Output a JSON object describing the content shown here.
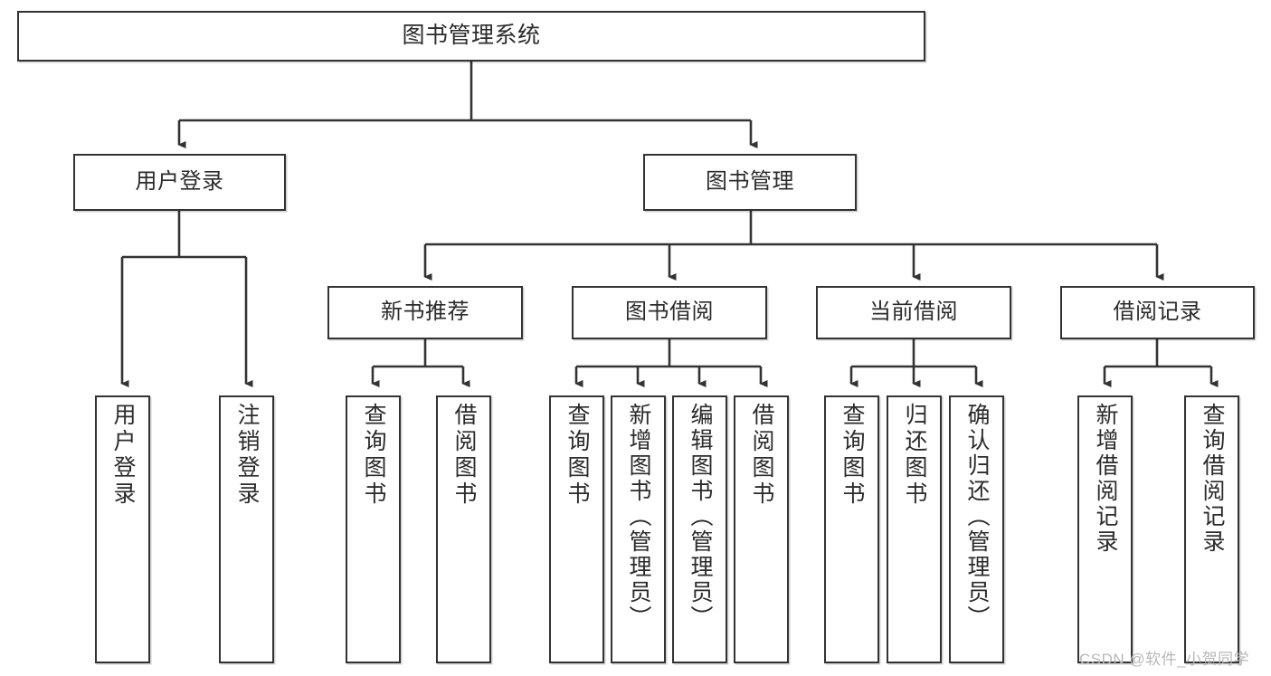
{
  "diagram": {
    "title": "图书管理系统",
    "type": "hierarchy-tree",
    "colors": {
      "box_border": "#333333",
      "box_fill": "#ffffff",
      "connector": "#333333",
      "text": "#2b2b2b",
      "watermark": "#b8b8b8",
      "background": "#ffffff"
    },
    "root": {
      "label": "图书管理系统"
    },
    "level1": [
      {
        "label": "用户登录"
      },
      {
        "label": "图书管理"
      }
    ],
    "level2": [
      {
        "label": "新书推荐"
      },
      {
        "label": "图书借阅"
      },
      {
        "label": "当前借阅"
      },
      {
        "label": "借阅记录"
      }
    ],
    "leaves": {
      "user_login": [
        {
          "label": "用户登录"
        },
        {
          "label": "注销登录"
        }
      ],
      "new_book_recommend": [
        {
          "label": "查询图书"
        },
        {
          "label": "借阅图书"
        }
      ],
      "book_borrow": [
        {
          "label": "查询图书"
        },
        {
          "label": "新增图书（管理员）"
        },
        {
          "label": "编辑图书（管理员）"
        },
        {
          "label": "借阅图书"
        }
      ],
      "current_borrow": [
        {
          "label": "查询图书"
        },
        {
          "label": "归还图书"
        },
        {
          "label": "确认归还（管理员）"
        }
      ],
      "borrow_record": [
        {
          "label": "新增借阅记录"
        },
        {
          "label": "查询借阅记录"
        }
      ]
    }
  },
  "watermark": {
    "text": "CSDN @软件_小贺同学"
  }
}
